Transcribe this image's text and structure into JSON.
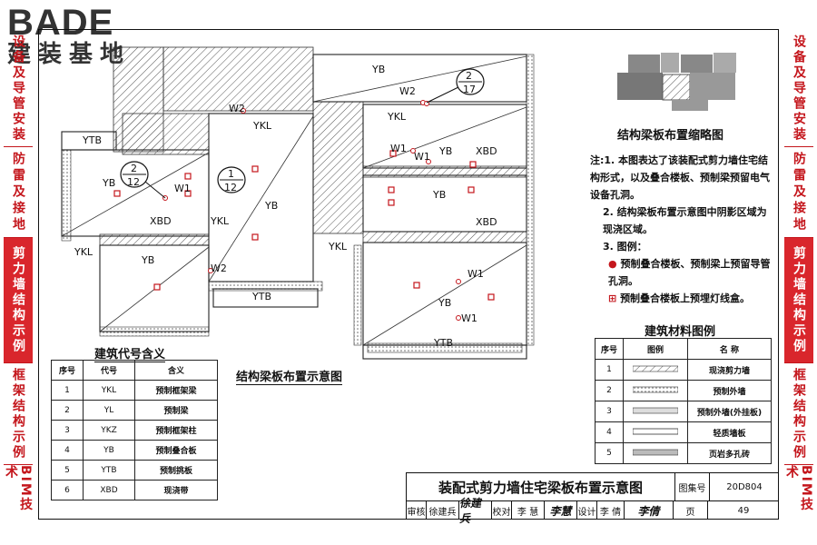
{
  "logo": {
    "brand": "BADE",
    "subtitle": "建装基地"
  },
  "sidebar_left": [
    {
      "label": "设备及导管安装",
      "active": false
    },
    {
      "label": "防雷及接地",
      "active": false
    },
    {
      "label": "剪力墙结构示例",
      "active": true
    },
    {
      "label": "框架结构示例",
      "active": false
    },
    {
      "label": "BIM技术",
      "active": false
    }
  ],
  "sidebar_right": [
    {
      "label": "设备及导管安装",
      "active": false
    },
    {
      "label": "防雷及接地",
      "active": false
    },
    {
      "label": "剪力墙结构示例",
      "active": true
    },
    {
      "label": "框架结构示例",
      "active": false
    },
    {
      "label": "BIM技术",
      "active": false
    }
  ],
  "plan": {
    "title": "结构梁板布置示意图",
    "labels": {
      "yb": "YB",
      "ytb": "YTB",
      "ykl": "YKL",
      "xbd": "XBD",
      "w1": "W1",
      "w2": "W2"
    },
    "callouts": [
      {
        "num": "2",
        "den": "17"
      },
      {
        "num": "2",
        "den": "12"
      },
      {
        "num": "1",
        "den": "12"
      }
    ]
  },
  "codes_table": {
    "title": "建筑代号含义",
    "headers": [
      "序号",
      "代号",
      "含义"
    ],
    "rows": [
      [
        "1",
        "YKL",
        "预制框架梁"
      ],
      [
        "2",
        "YL",
        "预制梁"
      ],
      [
        "3",
        "YKZ",
        "预制框架柱"
      ],
      [
        "4",
        "YB",
        "预制叠合板"
      ],
      [
        "5",
        "YTB",
        "预制挑板"
      ],
      [
        "6",
        "XBD",
        "现浇带"
      ]
    ]
  },
  "thumbnail_title": "结构梁板布置缩略图",
  "notes": {
    "n1": "注:1. 本图表达了该装配式剪力墙住宅结构形式，以及叠合楼板、预制梁预留电气设备孔洞。",
    "n2": "2. 结构梁板布置示意图中阴影区域为现浇区域。",
    "n3": "3. 图例：",
    "l1": "预制叠合楼板、预制梁上预留导管孔洞。",
    "l2": "预制叠合楼板上预埋灯线盒。"
  },
  "materials_table": {
    "title": "建筑材料图例",
    "headers": [
      "序号",
      "图例",
      "名 称"
    ],
    "rows": [
      [
        "1",
        "现浇剪力墙"
      ],
      [
        "2",
        "预制外墙"
      ],
      [
        "3",
        "预制外墙(外挂板)"
      ],
      [
        "4",
        "轻质墙板"
      ],
      [
        "5",
        "页岩多孔砖"
      ]
    ]
  },
  "titleblock": {
    "title": "装配式剪力墙住宅梁板布置示意图",
    "atlas_label": "图集号",
    "atlas_no": "20D804",
    "review_label": "审核",
    "reviewer": "徐建兵",
    "reviewer_sig": "徐建兵",
    "check_label": "校对",
    "checker": "李 慧",
    "checker_sig": "李慧",
    "design_label": "设计",
    "designer": "李 倩",
    "designer_sig": "李倩",
    "page_label": "页",
    "page_no": "49"
  },
  "colors": {
    "accent": "#d9262c",
    "text": "#111111"
  }
}
